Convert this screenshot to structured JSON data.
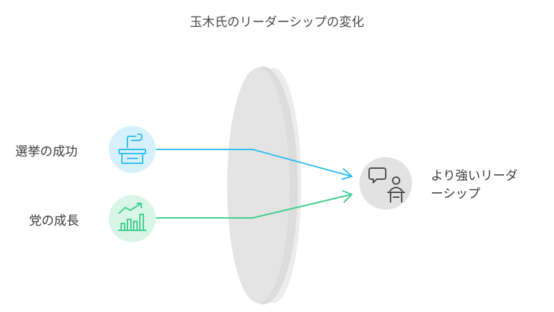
{
  "title": "玉木氏のリーダーシップの変化",
  "inputs": [
    {
      "label": "選挙の成功",
      "icon": "ballot-box-icon",
      "color": "#30bef0",
      "bg": "#d6f1fb"
    },
    {
      "label": "党の成長",
      "icon": "growth-chart-icon",
      "color": "#3fcf8e",
      "bg": "#d9f5e7"
    }
  ],
  "output": {
    "label_line1": "より強いリーダ",
    "label_line2": "ーシップ",
    "icon": "speaker-podium-icon",
    "bg": "#e2e2e2"
  },
  "lens": {
    "color": "#e6e6e6"
  }
}
